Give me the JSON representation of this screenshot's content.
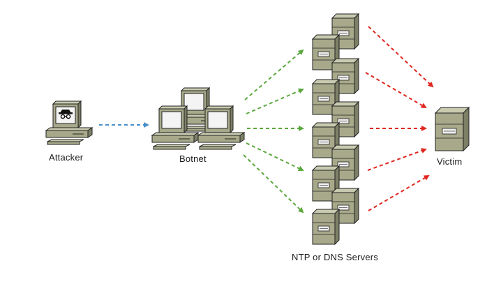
{
  "labels": {
    "attacker": "Attacker",
    "botnet": "Botnet",
    "servers": "NTP or DNS Servers",
    "victim": "Victim"
  },
  "colors": {
    "attacker_link": "#4a90c8",
    "botnet_link": "#5aa83c",
    "server_link": "#e0261f",
    "device_fill": "#a7a98a",
    "device_dark": "#7d7f66",
    "device_light": "#c9cbb0",
    "screen": "#f4f4f4"
  },
  "icons": {
    "attacker": "attacker-computer-icon",
    "botnet": "computer-cluster-icon",
    "server": "server-tower-icon",
    "victim": "victim-server-icon"
  }
}
